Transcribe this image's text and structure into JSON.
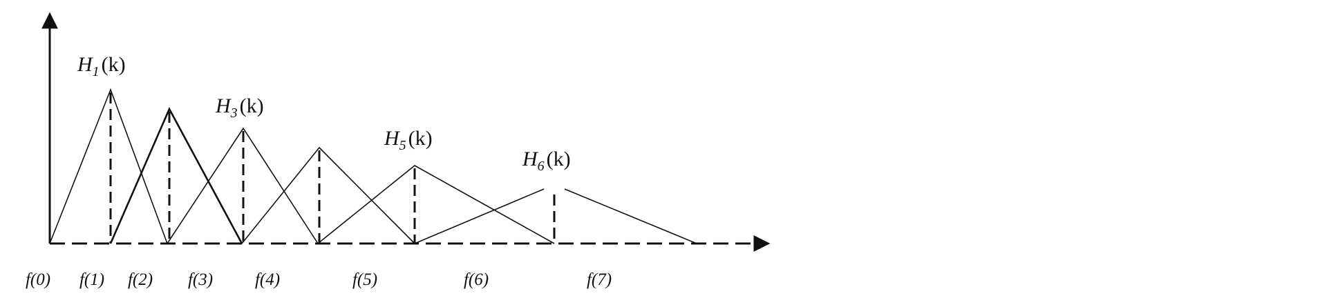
{
  "diagram": {
    "type": "triangular filter bank",
    "colors": {
      "stroke": "#111111",
      "background": "#ffffff"
    },
    "filter_labels": [
      {
        "base": "H",
        "sub": "1",
        "arg": "(k)"
      },
      {
        "base": "H",
        "sub": "3",
        "arg": "(k)"
      },
      {
        "base": "H",
        "sub": "5",
        "arg": "(k)"
      },
      {
        "base": "H",
        "sub": "6",
        "arg": "(k)"
      }
    ],
    "frequency_labels": [
      "f(0)",
      "f(1)",
      "f(2)",
      "f(3)",
      "f(4)",
      "f(5)",
      "f(6)",
      "f(7)"
    ]
  }
}
